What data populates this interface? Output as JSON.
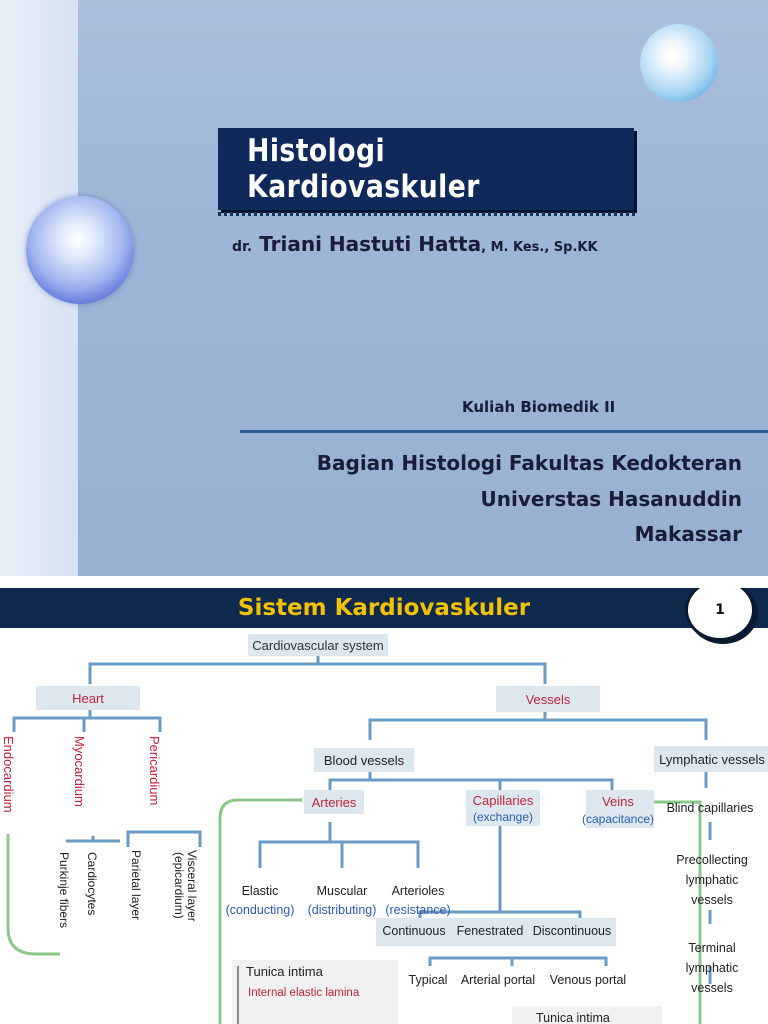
{
  "slide1": {
    "title": "Histologi Kardiovaskuler",
    "author_prefix": "dr.",
    "author_name": " Triani Hastuti Hatta",
    "author_suffix": ", M. Kes., Sp.KK",
    "course": "Kuliah Biomedik II",
    "institution_line1": "Bagian Histologi Fakultas Kedokteran",
    "institution_line2": "Universtas Hasanuddin",
    "institution_line3": "Makassar"
  },
  "slide2": {
    "title": "Sistem Kardiovaskuler",
    "page_number": "1",
    "diagram": {
      "root": "Cardiovascular system",
      "heart": "Heart",
      "vessels": "Vessels",
      "heart_layers": [
        "Endocardium",
        "Myocardium",
        "Pericardium"
      ],
      "myocardium_parts": [
        "Purkinje fibers",
        "Cardiocytes"
      ],
      "pericardium_parts": [
        "Parietal layer",
        "Visceral layer",
        "(epicardium)"
      ],
      "blood_vessels": "Blood vessels",
      "lymphatic_vessels": "Lymphatic vessels",
      "arteries": "Arteries",
      "capillaries": "Capillaries",
      "capillaries_note": "(exchange)",
      "veins": "Veins",
      "veins_note": "(capacitance)",
      "artery_types": [
        {
          "label": "Elastic",
          "note": "(conducting)"
        },
        {
          "label": "Muscular",
          "note": "(distributing)"
        },
        {
          "label": "Arterioles",
          "note": "(resistance)"
        }
      ],
      "capillary_types": [
        "Continuous",
        "Fenestrated",
        "Discontinuous"
      ],
      "sinusoid_types": [
        "Typical",
        "Arterial portal",
        "Venous portal"
      ],
      "lymphatic_chain": [
        "Blind capillaries",
        "Precollecting",
        "lymphatic",
        "vessels",
        "Terminal",
        "lymphatic",
        "vessels"
      ],
      "tunica_box1_title": "Tunica intima",
      "tunica_box1_sub": "Internal elastic lamina",
      "tunica_box2_title": "Tunica intima"
    },
    "colors": {
      "banner": "#0f2a4d",
      "banner_text": "#f2c200",
      "connector": "#6a9bc3",
      "box_fill": "#dde7f0",
      "red_label": "#c0233a",
      "blue_label": "#2a5db0",
      "green_link": "#8cc78a"
    }
  }
}
